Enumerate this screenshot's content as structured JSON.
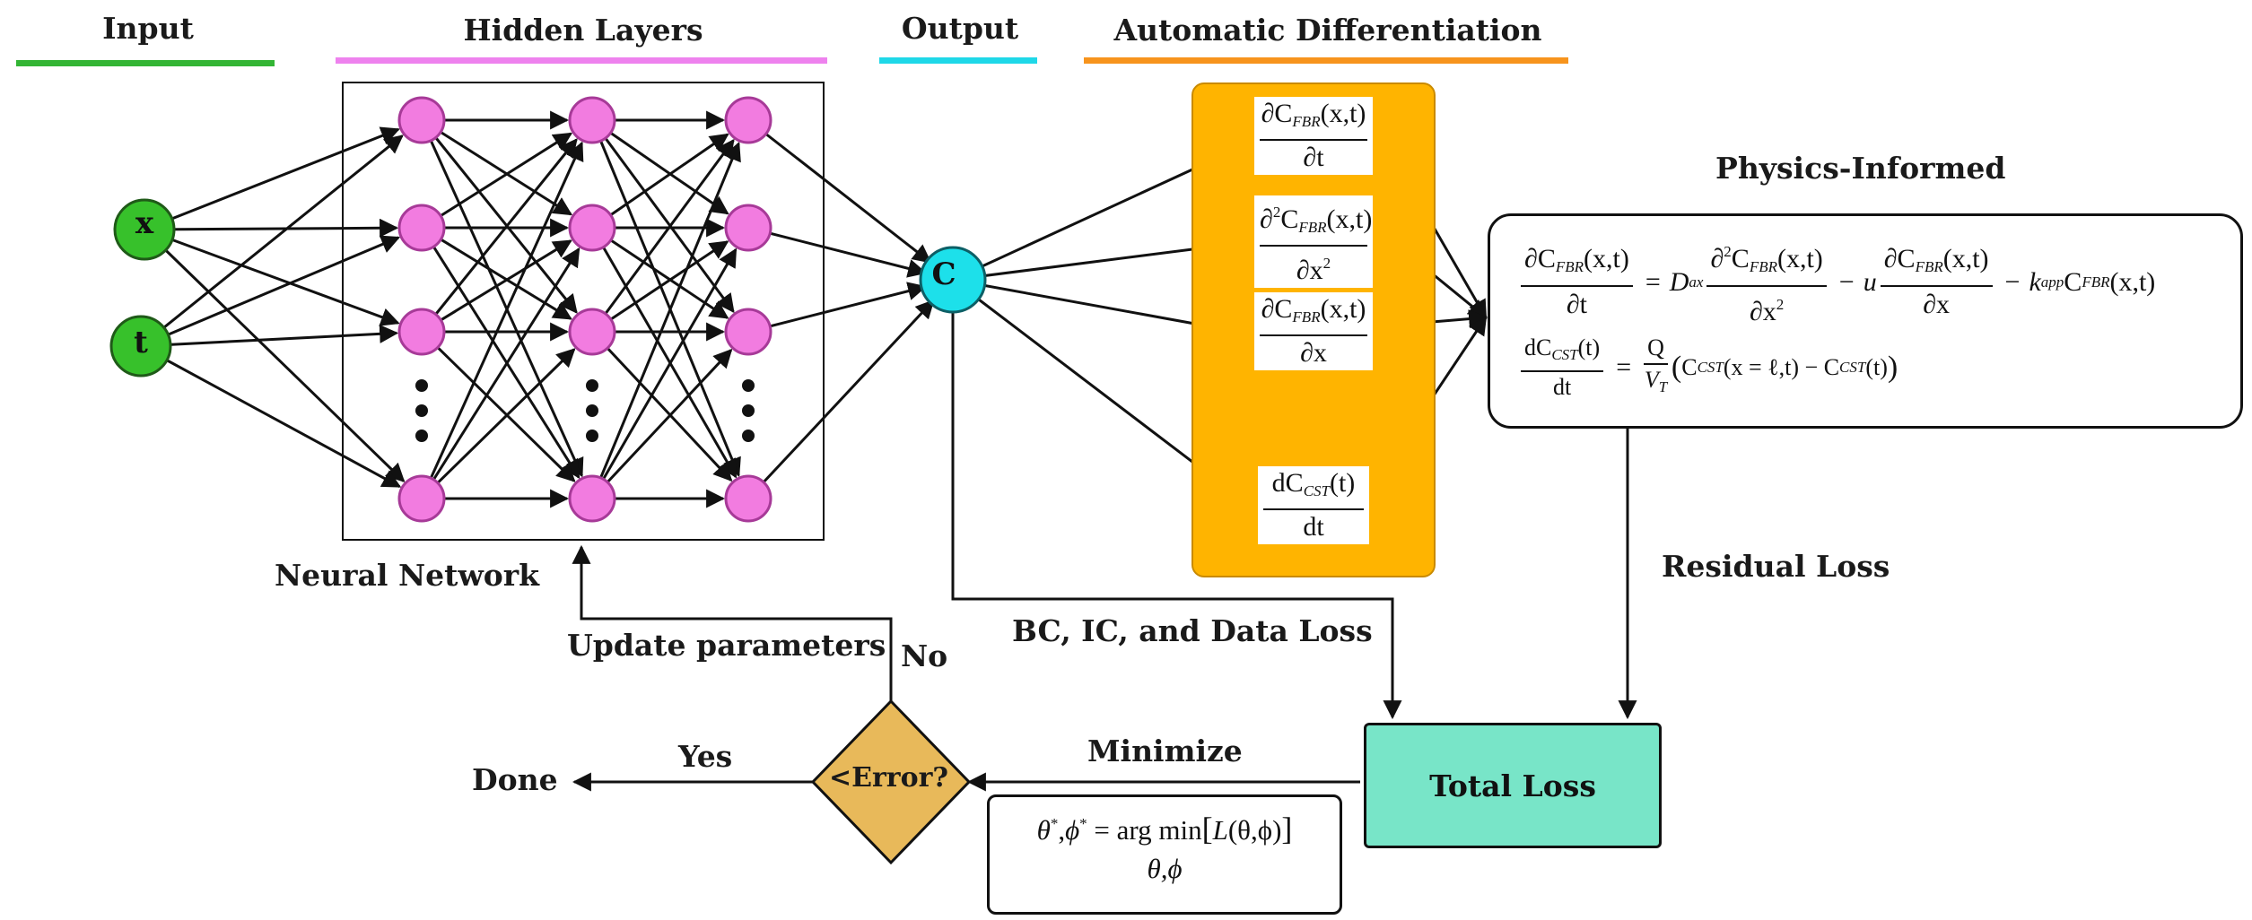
{
  "headers": {
    "input": "Input",
    "hidden_layers": "Hidden Layers",
    "output": "Output",
    "auto_diff": "Automatic Differentiation"
  },
  "colors": {
    "input_bar": "#33b534",
    "hidden_bar": "#ee82ee",
    "output_bar": "#1fd8e8",
    "auto_diff_bar": "#f7941d",
    "input_node": "#37c12b",
    "hidden_node": "#f27ce0",
    "output_node": "#1de0ea",
    "auto_diff_panel": "#ffb400",
    "total_loss_box": "#78e5c8",
    "error_diamond": "#e8b95a"
  },
  "nodes": {
    "input_x": "x",
    "input_t": "t",
    "output_c": "C",
    "ellipsis": "⋮"
  },
  "labels": {
    "neural_network": "Neural Network",
    "physics_informed": "Physics-Informed",
    "residual_loss": "Residual Loss",
    "bc_ic_data_loss": "BC, IC, and Data Loss",
    "update_parameters": "Update parameters",
    "no": "No",
    "yes": "Yes",
    "done": "Done",
    "minimize": "Minimize",
    "error_check": "<Error?",
    "total_loss": "Total Loss"
  },
  "derivatives": {
    "d1": {
      "num_prefix": "∂C",
      "num_sub": "FBR",
      "num_args": "(x,t)",
      "den": "∂t"
    },
    "d2": {
      "num_prefix": "∂",
      "num_sup": "2",
      "num_mid": "C",
      "num_sub": "FBR",
      "num_args": "(x,t)",
      "den_prefix": "∂x",
      "den_sup": "2"
    },
    "d3": {
      "num_prefix": "∂C",
      "num_sub": "FBR",
      "num_args": "(x,t)",
      "den": "∂x"
    },
    "d4": {
      "num_prefix": "dC",
      "num_sub": "CST",
      "num_args": "(t)",
      "den": "dt"
    }
  },
  "pde": {
    "eq1_lhs_num": "∂C",
    "eq1_lhs_sub": "FBR",
    "eq1_lhs_args": "(x,t)",
    "eq1_lhs_den": "∂t",
    "eq1_eq": "=",
    "eq1_D": "D",
    "eq1_D_sub": "ax",
    "eq1_t2_num_a": "∂",
    "eq1_t2_sup": "2",
    "eq1_t2_num_b": "C",
    "eq1_t2_sub": "FBR",
    "eq1_t2_args": "(x,t)",
    "eq1_t2_den": "∂x",
    "eq1_t2_den_sup": "2",
    "eq1_minus1": "−",
    "eq1_u": "u",
    "eq1_t3_num": "∂C",
    "eq1_t3_sub": "FBR",
    "eq1_t3_args": "(x,t)",
    "eq1_t3_den": "∂x",
    "eq1_minus2": "−",
    "eq1_k": "k",
    "eq1_k_sub": "app",
    "eq1_C": "C",
    "eq1_C_sub": "FBR",
    "eq1_C_args": "(x,t)",
    "eq2_lhs_num": "dC",
    "eq2_lhs_sub": "CST",
    "eq2_lhs_args": "(t)",
    "eq2_lhs_den": "dt",
    "eq2_eq": "=",
    "eq2_Q": "Q",
    "eq2_V": "V",
    "eq2_V_sub": "T",
    "eq2_paren_open": "(",
    "eq2_C1": "C",
    "eq2_C1_sub": "CST",
    "eq2_C1_args": "(x = ℓ,t)",
    "eq2_minus": " − ",
    "eq2_C2": "C",
    "eq2_C2_sub": "CST",
    "eq2_C2_args": "(t)",
    "eq2_paren_close": ")"
  },
  "argmin": {
    "theta_star": "θ",
    "phi_star": "ϕ",
    "star": "*",
    "comma": ",",
    "eq": " = arg min",
    "bracket_open": "[",
    "L": "L",
    "args": "(θ,ϕ)",
    "bracket_close": "]",
    "subscript": "θ,ϕ"
  }
}
